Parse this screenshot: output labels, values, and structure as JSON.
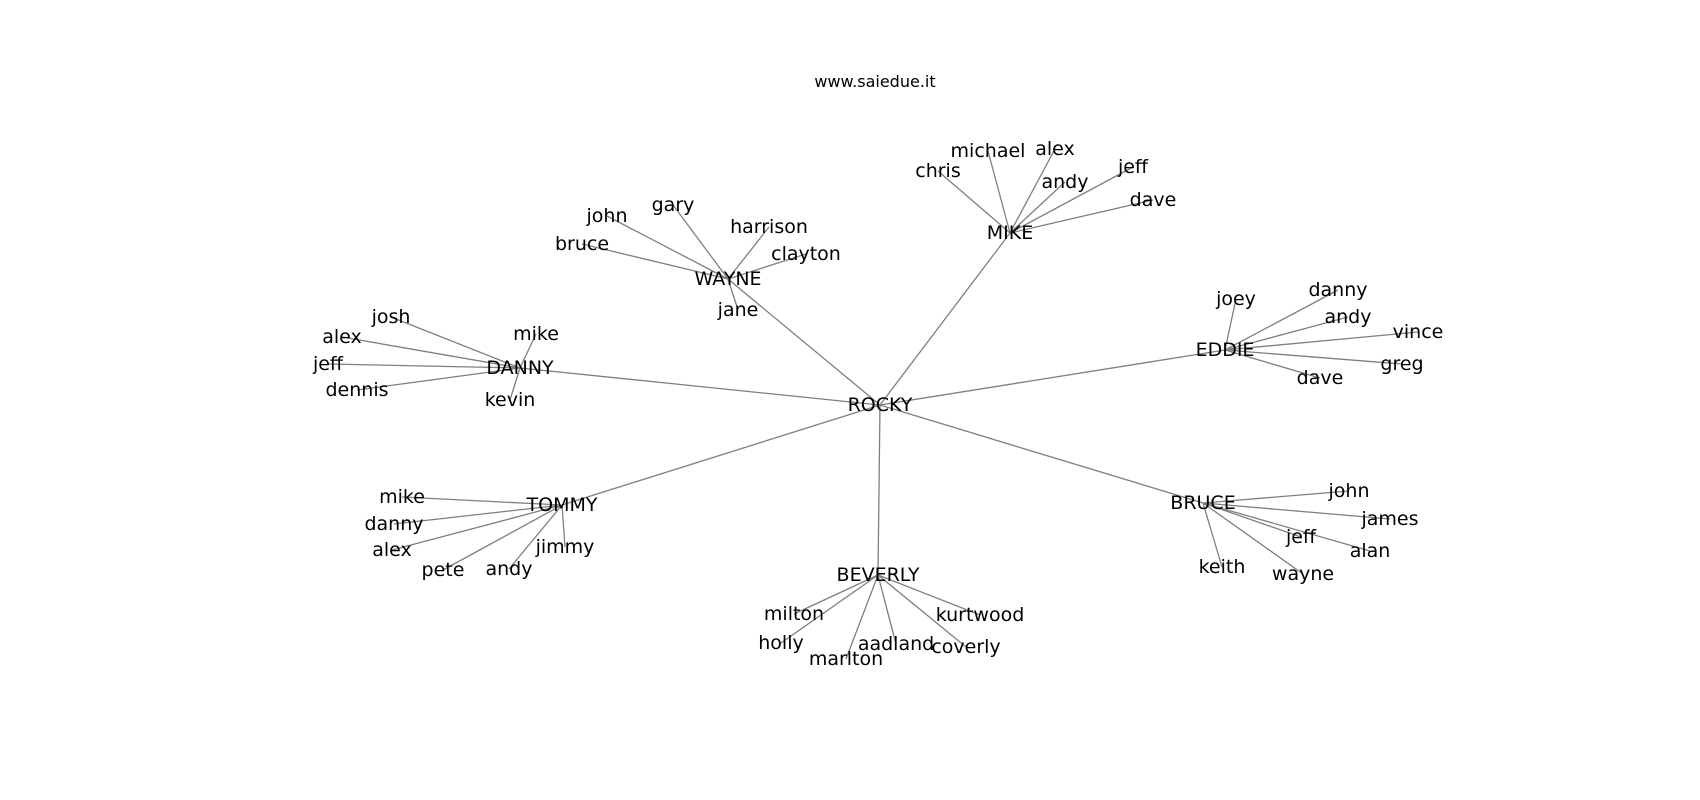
{
  "title": "www.saiedue.it",
  "graph": {
    "root": "ROCKY",
    "hubs": [
      {
        "id": "MIKE",
        "label": "MIKE",
        "leaves": [
          {
            "id": "mike-chris",
            "label": "chris"
          },
          {
            "id": "mike-michael",
            "label": "michael"
          },
          {
            "id": "mike-alex",
            "label": "alex"
          },
          {
            "id": "mike-andy",
            "label": "andy"
          },
          {
            "id": "mike-jeff",
            "label": "jeff"
          },
          {
            "id": "mike-dave",
            "label": "dave"
          }
        ]
      },
      {
        "id": "WAYNE",
        "label": "WAYNE",
        "leaves": [
          {
            "id": "wayne-john",
            "label": "john"
          },
          {
            "id": "wayne-gary",
            "label": "gary"
          },
          {
            "id": "wayne-bruce",
            "label": "bruce"
          },
          {
            "id": "wayne-harrison",
            "label": "harrison"
          },
          {
            "id": "wayne-clayton",
            "label": "clayton"
          },
          {
            "id": "wayne-jane",
            "label": "jane"
          }
        ]
      },
      {
        "id": "DANNY",
        "label": "DANNY",
        "leaves": [
          {
            "id": "danny-josh",
            "label": "josh"
          },
          {
            "id": "danny-alex",
            "label": "alex"
          },
          {
            "id": "danny-jeff",
            "label": "jeff"
          },
          {
            "id": "danny-dennis",
            "label": "dennis"
          },
          {
            "id": "danny-mike",
            "label": "mike"
          },
          {
            "id": "danny-kevin",
            "label": "kevin"
          }
        ]
      },
      {
        "id": "EDDIE",
        "label": "EDDIE",
        "leaves": [
          {
            "id": "eddie-joey",
            "label": "joey"
          },
          {
            "id": "eddie-danny",
            "label": "danny"
          },
          {
            "id": "eddie-andy",
            "label": "andy"
          },
          {
            "id": "eddie-vince",
            "label": "vince"
          },
          {
            "id": "eddie-greg",
            "label": "greg"
          },
          {
            "id": "eddie-dave",
            "label": "dave"
          }
        ]
      },
      {
        "id": "TOMMY",
        "label": "TOMMY",
        "leaves": [
          {
            "id": "tommy-mike",
            "label": "mike"
          },
          {
            "id": "tommy-danny",
            "label": "danny"
          },
          {
            "id": "tommy-alex",
            "label": "alex"
          },
          {
            "id": "tommy-pete",
            "label": "pete"
          },
          {
            "id": "tommy-andy",
            "label": "andy"
          },
          {
            "id": "tommy-jimmy",
            "label": "jimmy"
          }
        ]
      },
      {
        "id": "BRUCE",
        "label": "BRUCE",
        "leaves": [
          {
            "id": "bruce-john",
            "label": "john"
          },
          {
            "id": "bruce-james",
            "label": "james"
          },
          {
            "id": "bruce-jeff",
            "label": "jeff"
          },
          {
            "id": "bruce-alan",
            "label": "alan"
          },
          {
            "id": "bruce-keith",
            "label": "keith"
          },
          {
            "id": "bruce-wayne",
            "label": "wayne"
          }
        ]
      },
      {
        "id": "BEVERLY",
        "label": "BEVERLY",
        "leaves": [
          {
            "id": "beverly-milton",
            "label": "milton"
          },
          {
            "id": "beverly-holly",
            "label": "holly"
          },
          {
            "id": "beverly-marlton",
            "label": "marlton"
          },
          {
            "id": "beverly-aadland",
            "label": "aadland"
          },
          {
            "id": "beverly-kurtwood",
            "label": "kurtwood"
          },
          {
            "id": "beverly-coverly",
            "label": "coverly"
          }
        ]
      }
    ]
  }
}
